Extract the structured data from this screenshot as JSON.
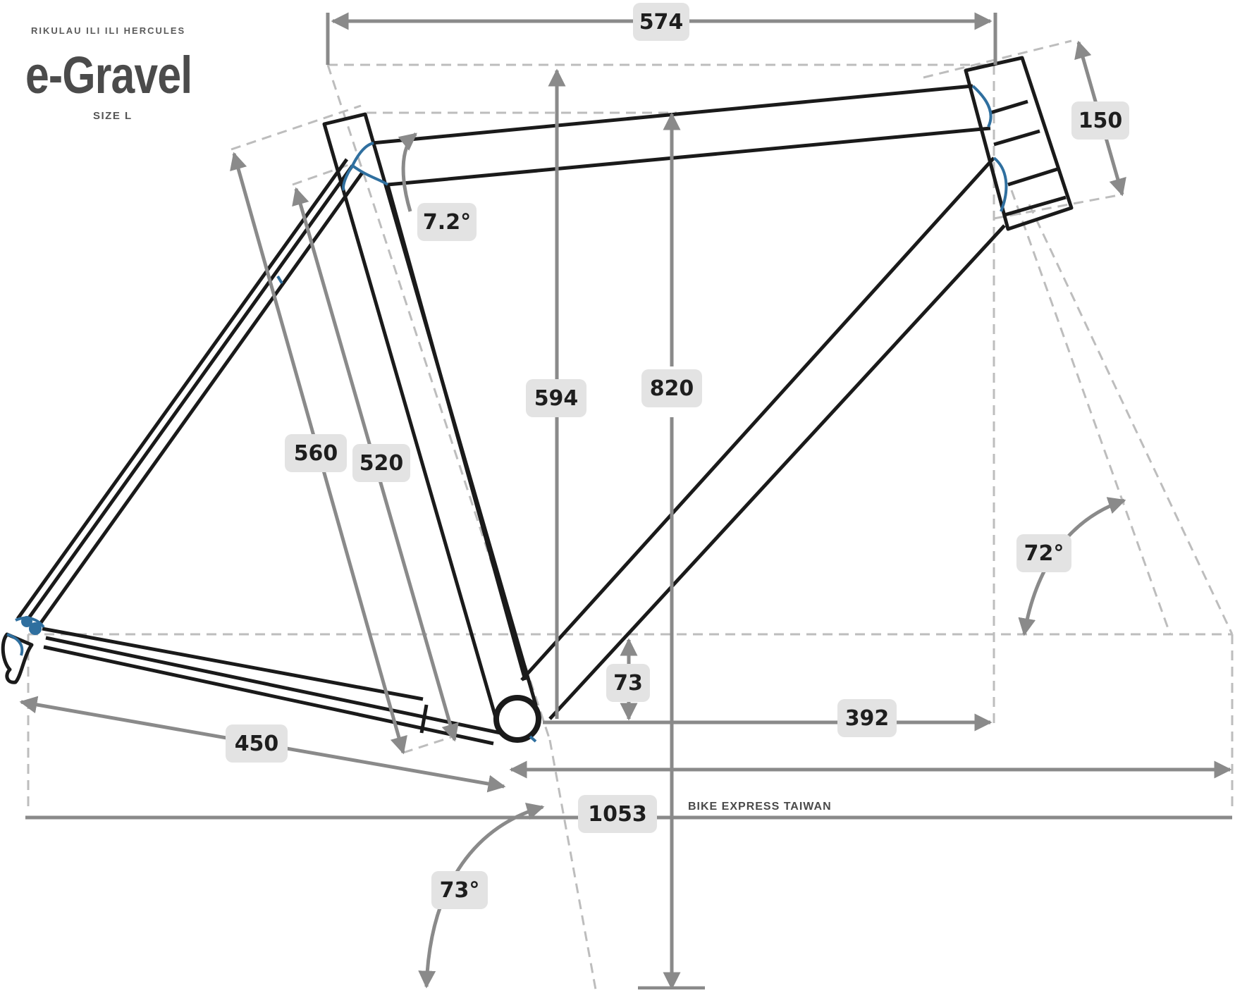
{
  "brand": {
    "maker": "RIKULAU ILI ILI HERCULES",
    "model": "e-Gravel",
    "size": "SIZE L"
  },
  "credit": "BIKE EXPRESS TAIWAN",
  "colors": {
    "frame": "#1a1a1a",
    "cable": "#2f6f9f",
    "dimension": "#8a8a8a",
    "label_bg": "#e3e3e3"
  },
  "dimensions": {
    "top_tube_horizontal": "574",
    "head_tube_length": "150",
    "top_tube_slope": "7.2°",
    "stack": "594",
    "standover": "820",
    "seat_tube_ct": "560",
    "seat_tube_cc": "520",
    "head_angle": "72°",
    "bb_drop": "73",
    "reach": "392",
    "chainstay": "450",
    "wheelbase": "1053",
    "seat_angle": "73°"
  }
}
